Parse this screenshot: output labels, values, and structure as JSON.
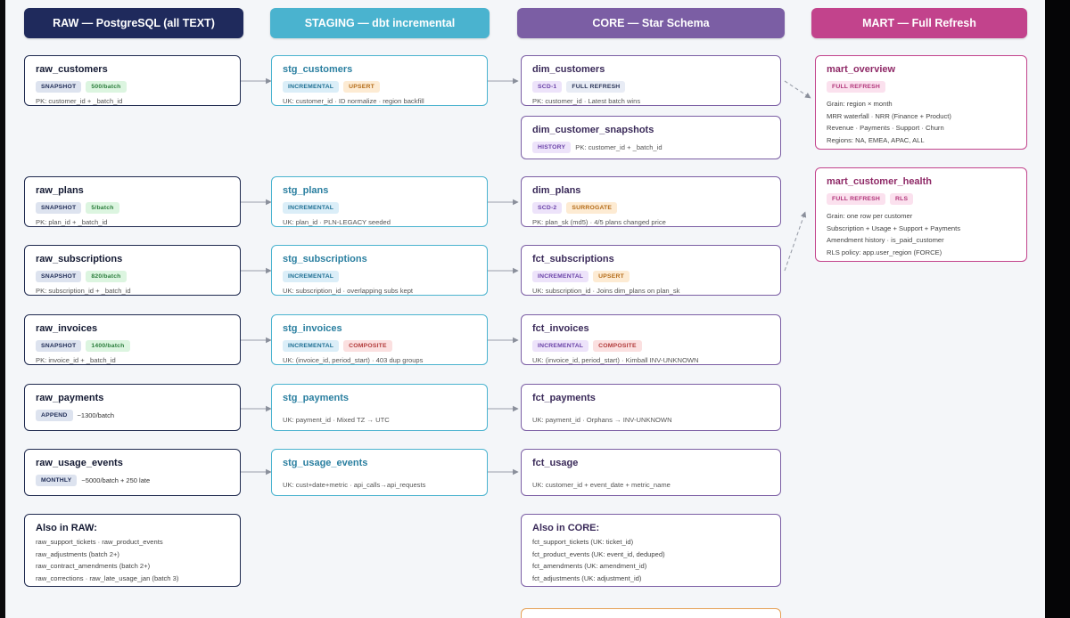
{
  "headers": {
    "raw": "RAW — PostgreSQL (all TEXT)",
    "staging": "STAGING — dbt incremental",
    "core": "CORE — Star Schema",
    "mart": "MART — Full Refresh"
  },
  "colors": {
    "raw": "#1f2a5c",
    "staging": "#4ab3cf",
    "core": "#7b5ea4",
    "mart": "#c2438c"
  },
  "raw": {
    "customers": {
      "title": "raw_customers",
      "badge": "SNAPSHOT",
      "count": "500/batch",
      "key": "PK: customer_id + _batch_id"
    },
    "plans": {
      "title": "raw_plans",
      "badge": "SNAPSHOT",
      "count": "5/batch",
      "key": "PK: plan_id + _batch_id"
    },
    "subscriptions": {
      "title": "raw_subscriptions",
      "badge": "SNAPSHOT",
      "count": "820/batch",
      "key": "PK: subscription_id + _batch_id"
    },
    "invoices": {
      "title": "raw_invoices",
      "badge": "SNAPSHOT",
      "count": "1400/batch",
      "key": "PK: invoice_id + _batch_id"
    },
    "payments": {
      "title": "raw_payments",
      "badge": "APPEND",
      "note": "~1300/batch"
    },
    "usage": {
      "title": "raw_usage_events",
      "badge": "MONTHLY",
      "note": "~5000/batch + 250 late"
    },
    "also": {
      "title": "Also in RAW:",
      "lines": [
        "raw_support_tickets · raw_product_events",
        "raw_adjustments (batch 2+)",
        "raw_contract_amendments (batch 2+)",
        "raw_corrections · raw_late_usage_jan (batch 3)"
      ]
    }
  },
  "staging": {
    "customers": {
      "title": "stg_customers",
      "badges": [
        "INCREMENTAL",
        "UPSERT"
      ],
      "key": "UK: customer_id · ID normalize · region backfill"
    },
    "plans": {
      "title": "stg_plans",
      "badges": [
        "INCREMENTAL"
      ],
      "key": "UK: plan_id · PLN-LEGACY seeded"
    },
    "subscriptions": {
      "title": "stg_subscriptions",
      "badges": [
        "INCREMENTAL"
      ],
      "key": "UK: subscription_id · overlapping subs kept"
    },
    "invoices": {
      "title": "stg_invoices",
      "badges": [
        "INCREMENTAL",
        "COMPOSITE"
      ],
      "key": "UK: (invoice_id, period_start) · 403 dup groups"
    },
    "payments": {
      "title": "stg_payments",
      "key": "UK: payment_id · Mixed TZ → UTC"
    },
    "usage": {
      "title": "stg_usage_events",
      "key": "UK: cust+date+metric · api_calls→api_requests"
    }
  },
  "core": {
    "customers": {
      "title": "dim_customers",
      "badges": [
        "SCD-1",
        "FULL REFRESH"
      ],
      "key": "PK: customer_id · Latest batch wins"
    },
    "snapshots": {
      "title": "dim_customer_snapshots",
      "badges": [
        "HISTORY"
      ],
      "key": "PK: customer_id + _batch_id"
    },
    "plans": {
      "title": "dim_plans",
      "badges": [
        "SCD-2",
        "SURROGATE"
      ],
      "key": "PK: plan_sk (md5) · 4/5 plans changed price"
    },
    "subscriptions": {
      "title": "fct_subscriptions",
      "badges": [
        "INCREMENTAL",
        "UPSERT"
      ],
      "key": "UK: subscription_id · Joins dim_plans on plan_sk"
    },
    "invoices": {
      "title": "fct_invoices",
      "badges": [
        "INCREMENTAL",
        "COMPOSITE"
      ],
      "key": "UK: (invoice_id, period_start) · Kimball INV-UNKNOWN"
    },
    "payments": {
      "title": "fct_payments",
      "key": "UK: payment_id · Orphans → INV-UNKNOWN"
    },
    "usage": {
      "title": "fct_usage",
      "key": "UK: customer_id + event_date + metric_name"
    },
    "also": {
      "title": "Also in CORE:",
      "lines": [
        "fct_support_tickets (UK: ticket_id)",
        "fct_product_events (UK: event_id, deduped)",
        "fct_amendments (UK: amendment_id)",
        "fct_adjustments (UK: adjustment_id)"
      ]
    }
  },
  "mart": {
    "overview": {
      "title": "mart_overview",
      "badges": [
        "FULL REFRESH"
      ],
      "lines": [
        "Grain: region × month",
        "MRR waterfall · NRR (Finance + Product)",
        "Revenue · Payments · Support · Churn",
        "Regions: NA, EMEA, APAC, ALL"
      ]
    },
    "health": {
      "title": "mart_customer_health",
      "badges": [
        "FULL REFRESH",
        "RLS"
      ],
      "lines": [
        "Grain: one row per customer",
        "Subscription + Usage + Support + Payments",
        "Amendment history · is_paid_customer",
        "RLS policy: app.user_region (FORCE)"
      ]
    }
  }
}
